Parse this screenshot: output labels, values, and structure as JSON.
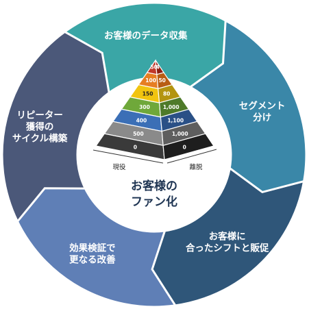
{
  "cycle_steps": [
    {
      "lines": [
        "お客様のデータ収集"
      ],
      "color": "#3aa6a6"
    },
    {
      "lines": [
        "セグメント",
        "分け"
      ],
      "color": "#3a87a8"
    },
    {
      "lines": [
        "お客様に",
        "合ったシフトと販促"
      ],
      "color": "#2f5679"
    },
    {
      "lines": [
        "効果検証で",
        "更なる改善"
      ],
      "color": "#5f7fb6"
    },
    {
      "lines": [
        "リピーター",
        "獲得の",
        "サイクル構築"
      ],
      "color": "#4b5879"
    }
  ],
  "center": {
    "title_line1": "お客様の",
    "title_line2": "ファン化",
    "left_axis_label": "現役",
    "right_axis_label": "離脱"
  },
  "pyramid": {
    "left_values": [
      "50",
      "100",
      "150",
      "300",
      "400",
      "500",
      "0"
    ],
    "right_values": [
      "4",
      "50",
      "80",
      "1,000",
      "1,100",
      "1,000",
      "0"
    ],
    "left_colors": [
      "#c0392b",
      "#e67e22",
      "#f1c40f",
      "#6fa83a",
      "#3b6fb6",
      "#8a8a8a",
      "#3a3a3a"
    ],
    "right_colors": [
      "#8e1e12",
      "#b85d14",
      "#b39410",
      "#4e7a29",
      "#2a5086",
      "#5e5e5e",
      "#1e1e1e"
    ]
  }
}
